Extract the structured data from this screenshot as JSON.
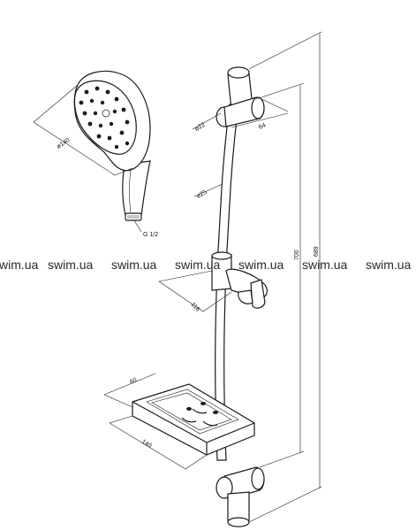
{
  "drawing": {
    "dimensions": {
      "head_diameter": "ø140",
      "inlet_thread": "G 1/2",
      "bracket_diameter": "ø22",
      "bracket_depth": "64",
      "bar_diameter": "ø25",
      "slider_length": "116",
      "soap_dish_depth": "60",
      "soap_dish_width": "140",
      "bar_length": "700",
      "total_height": "689"
    },
    "watermark": {
      "labels": [
        "swim.ua",
        "swim.ua",
        "swim.ua",
        "swim.ua",
        "swim.ua",
        "swim.ua",
        "swim.ua"
      ]
    }
  }
}
